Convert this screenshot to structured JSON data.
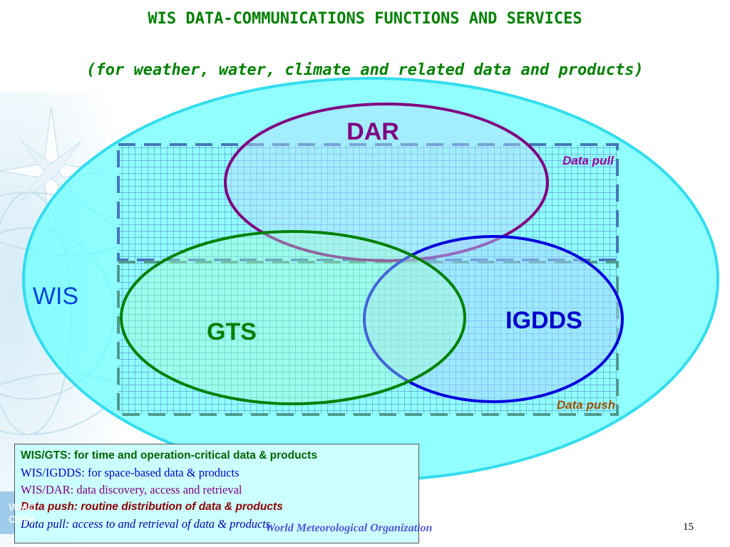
{
  "title": "WIS DATA-COMMUNICATIONS FUNCTIONS AND SERVICES",
  "subtitle": "(for weather, water, climate and related data and products)",
  "diagram": {
    "wis_label": "WIS",
    "dar_label": "DAR",
    "gts_label": "GTS",
    "igdds_label": "IGDDS",
    "data_pull_label": "Data pull",
    "data_push_label": "Data push"
  },
  "legend": [
    "WIS/GTS: for time and operation-critical data & products",
    "WIS/IGDDS: for space-based data & products",
    "WIS/DAR: data discovery, access and retrieval",
    "Data push: routine distribution of data & products",
    "Data pull: access to and retrieval of data & products"
  ],
  "footer": {
    "organization": "World Meteorological Organization",
    "page_number": "15",
    "logo_text": [
      "WMO",
      "OMM"
    ]
  },
  "colors": {
    "wis_fill": "#66ffff",
    "wis_border": "#33ddee",
    "dar_border": "#800080",
    "gts_border": "#008000",
    "igdds_border": "#0000dd",
    "grid_lines": "#3355aa",
    "title_green": "#008000",
    "dar_text": "#800080",
    "gts_text": "#008000",
    "igdds_text": "#0000cc",
    "wis_text": "#0044dd",
    "data_pull_text": "#a000a0",
    "data_push_text": "#a05000"
  }
}
